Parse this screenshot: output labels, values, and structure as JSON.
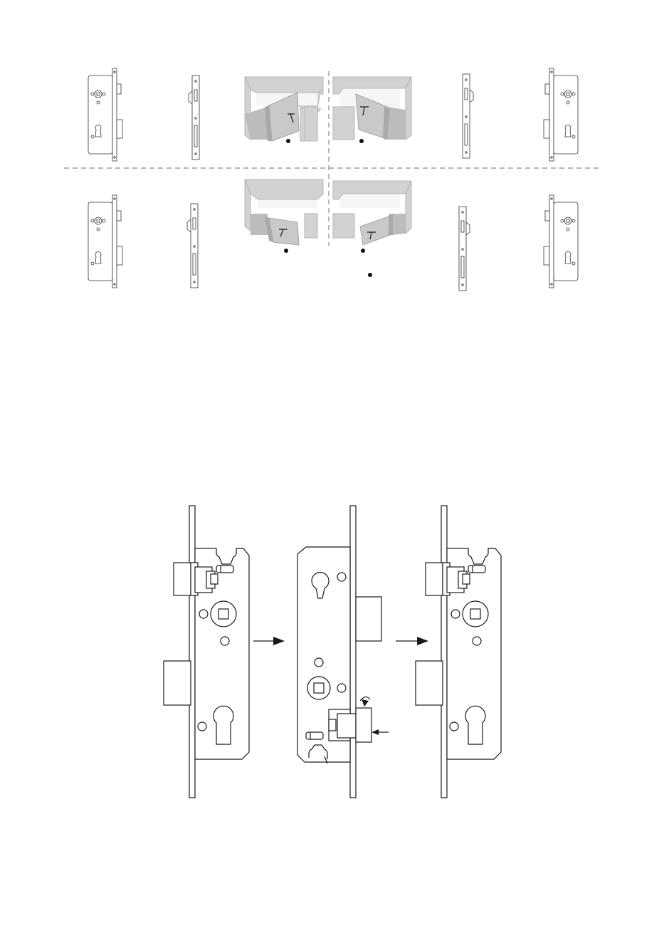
{
  "figure": {
    "top_section": "handing-orientation-examples",
    "bottom_section": "lock-reversal-steps",
    "arrows": [
      "right-arrow",
      "right-arrow"
    ],
    "colors": {
      "line": "#1a1a1a",
      "wall": "#d2d2d2",
      "door": "#c9c9c9",
      "divider": "#888888"
    }
  }
}
